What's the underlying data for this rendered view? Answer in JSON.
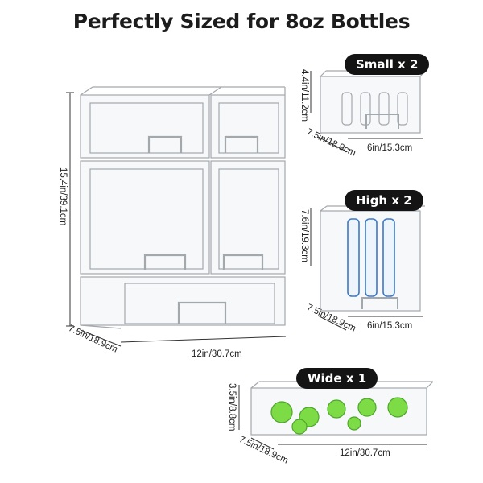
{
  "title": "Perfectly Sized for 8oz Bottles",
  "main_set": {
    "height_label": "15.4in/39.1cm",
    "depth_label": "7.5in/18.9cm",
    "width_label": "12in/30.7cm"
  },
  "small": {
    "badge": "Small x 2",
    "height_label": "4.4in/11.2cm",
    "depth_label": "7.5in/18.9cm",
    "width_label": "6in/15.3cm"
  },
  "high": {
    "badge": "High x 2",
    "height_label": "7.6in/19.3cm",
    "depth_label": "7.5in/18.9cm",
    "width_label": "6in/15.3cm"
  },
  "wide": {
    "badge": "Wide x 1",
    "height_label": "3.5in/8.8cm",
    "depth_label": "7.5in/18.9cm",
    "width_label": "12in/30.7cm"
  },
  "colors": {
    "outline": "#9aa0a6",
    "bottle_blue": "#3a78c9",
    "pacifier_green": "#6fd13a"
  }
}
